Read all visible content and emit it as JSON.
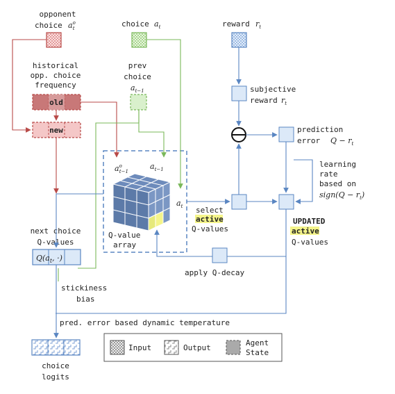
{
  "labels": {
    "opponent_choice": [
      "opponent",
      "choice"
    ],
    "opponent_choice_sym": "a",
    "opponent_choice_sup": "o",
    "opponent_choice_sub": "t",
    "choice": "choice",
    "choice_sym": "a",
    "choice_sub": "t",
    "reward": "reward",
    "reward_sym": "r",
    "reward_sub": "t",
    "historical": [
      "historical",
      "opp. choice",
      "frequency"
    ],
    "old": "old",
    "new": "new",
    "prev_choice": [
      "prev",
      "choice"
    ],
    "prev_choice_sym": "a",
    "prev_choice_sub": "t−1",
    "subjective_reward": [
      "subjective",
      "reward"
    ],
    "subjective_reward_sym": "r",
    "subjective_reward_sub": "t",
    "prediction_error": [
      "prediction",
      "error"
    ],
    "prediction_error_formula": "Q − r",
    "prediction_error_sub": "t",
    "learning_rate": [
      "learning",
      "rate",
      "based on"
    ],
    "learning_rate_formula": "sign(Q − r",
    "learning_rate_sub": "t",
    "learning_rate_close": ")",
    "cube_label_opp": "a",
    "cube_label_opp_sup": "o",
    "cube_label_opp_sub": "t−1",
    "cube_label_prev": "a",
    "cube_label_prev_sub": "t−1",
    "cube_label_at": "a",
    "cube_label_at_sub": "t",
    "q_value_array": [
      "Q-value",
      "array"
    ],
    "select": "select",
    "active": "active",
    "q_values": "Q-values",
    "updated": "UPDATED",
    "updated_active": "active",
    "updated_q_values": "Q-values",
    "next_choice": [
      "next choice",
      "Q-values"
    ],
    "next_choice_formula_pre": "Q(a",
    "next_choice_formula_sub": "t",
    "next_choice_formula_post": ", ·)",
    "stickiness": [
      "stickiness",
      "bias"
    ],
    "apply_q_decay": "apply Q-decay",
    "pred_error_temp": "pred. error based dynamic temperature",
    "choice_logits": [
      "choice",
      "logits"
    ]
  },
  "legend": {
    "input": "Input",
    "output": "Output",
    "agent_state": [
      "Agent",
      "State"
    ]
  },
  "colors": {
    "red": "#b84a48",
    "red_fill": "#f4c7c7",
    "green": "#7ab85a",
    "green_fill": "#d9f0cc",
    "blue": "#5a86c2",
    "blue_fill": "#dce9f8",
    "cube": "#5c7aa8",
    "highlight": "#f4f48a"
  }
}
